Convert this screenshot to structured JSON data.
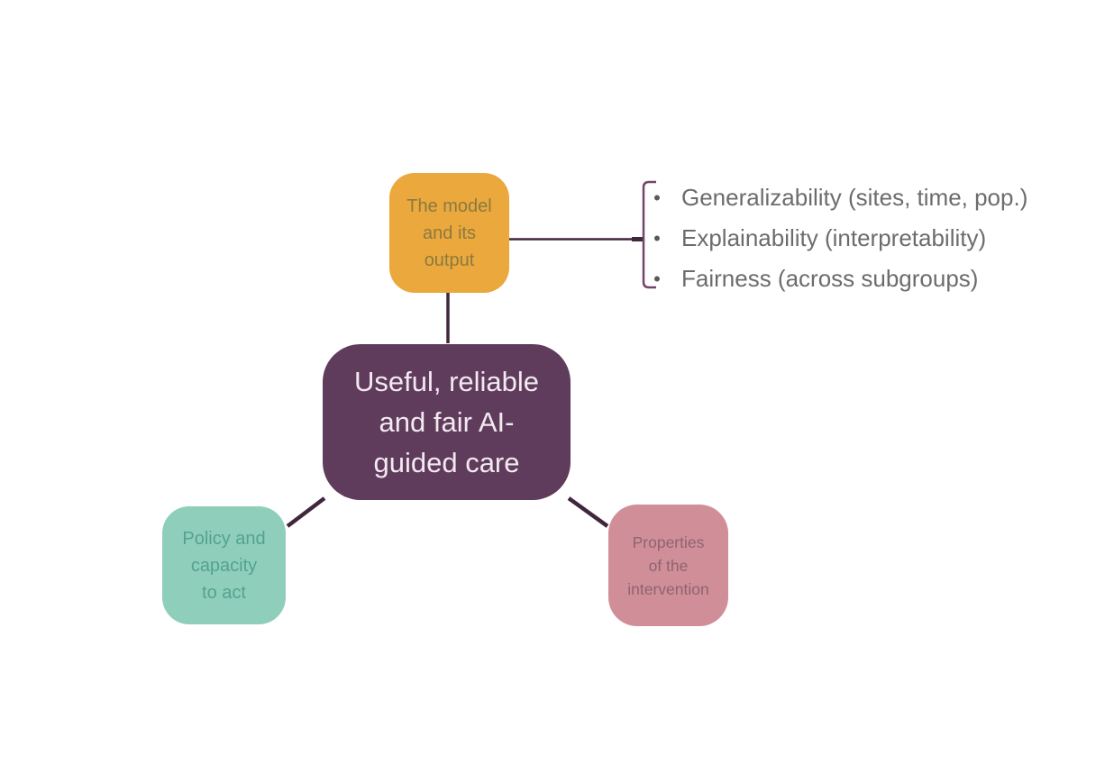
{
  "figure": {
    "type": "mind-map-diagram",
    "description": "Central goal node with three connected factor nodes and a bracketed bullet list of model properties",
    "bullet_char": "•"
  },
  "colors": {
    "node-model-bg": "#EBA83C",
    "node-model-text": "#8A7A42",
    "node-central-bg": "#5F3C5B",
    "node-central-text": "#F2E9F1",
    "node-policy-bg": "#8FCEBB",
    "node-policy-text": "#54A28F",
    "node-intervention-bg": "#D08F98",
    "node-intervention-text": "#8E6371",
    "connector": "#40273E",
    "bracket": "#72456B",
    "bullet-text": "#6C6C6C",
    "bullet-dot": "#595959"
  },
  "nodes": {
    "central": {
      "text": "Useful, reliable and fair AI-guided care",
      "lines": [
        "Useful, reliable",
        "and fair AI-",
        "guided care"
      ]
    },
    "model": {
      "text": "The model and its output",
      "lines": [
        "The model",
        "and its",
        "output"
      ]
    },
    "policy": {
      "text": "Policy and capacity to act",
      "lines": [
        "Policy and",
        "capacity",
        "to act"
      ]
    },
    "intervention": {
      "text": "Properties of the intervention",
      "lines": [
        "Properties",
        "of the",
        "intervention"
      ]
    }
  },
  "bullets": [
    {
      "label": "Generalizability (sites, time, pop.)"
    },
    {
      "label": "Explainability (interpretability)"
    },
    {
      "label": "Fairness (across subgroups)"
    }
  ]
}
